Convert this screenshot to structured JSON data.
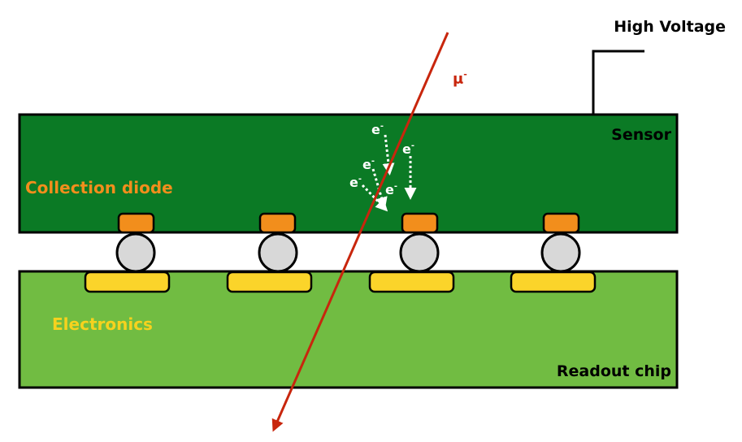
{
  "labels": {
    "high_voltage": "High Voltage",
    "sensor": "Sensor",
    "collection_diode": "Collection diode",
    "electronics": "Electronics",
    "readout_chip": "Readout chip",
    "muon": "μ",
    "muon_sup": "-",
    "electron": "e",
    "electron_sup": "-"
  },
  "colors": {
    "sensor": "#0b7a25",
    "readout_chip": "#71bc42",
    "diode": "#f28e1c",
    "pad": "#fbd42a",
    "bump": "#d8d8d8",
    "muon_track": "#c8260d",
    "electronics_text": "#f6d21e",
    "collection_text": "#f28e1c",
    "outline": "#000000",
    "electron_arrow": "#ffffff"
  },
  "pixel_count": 4
}
